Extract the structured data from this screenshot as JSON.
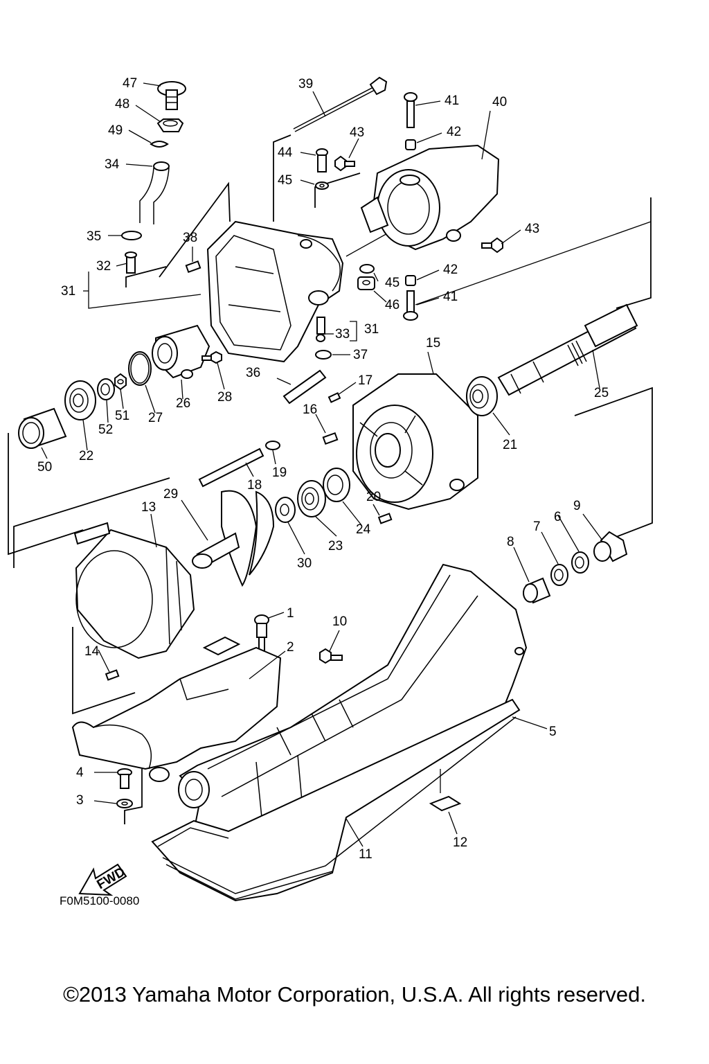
{
  "diagram": {
    "figure_code": "F0M5100-0080",
    "fwd_label": "FWD",
    "copyright": "©2013 Yamaha Motor Corporation, U.S.A. All rights reserved.",
    "callouts": {
      "p1": "1",
      "p2": "2",
      "p3": "3",
      "p4": "4",
      "p5": "5",
      "p6": "6",
      "p7": "7",
      "p8": "8",
      "p9": "9",
      "p10": "10",
      "p11": "11",
      "p12": "12",
      "p13": "13",
      "p14": "14",
      "p15": "15",
      "p16": "16",
      "p17": "17",
      "p18": "18",
      "p19": "19",
      "p20": "20",
      "p21": "21",
      "p22": "22",
      "p23": "23",
      "p24": "24",
      "p25": "25",
      "p26": "26",
      "p27": "27",
      "p28": "28",
      "p29": "29",
      "p30": "30",
      "p31": "31",
      "p31b": "31",
      "p32": "32",
      "p33": "33",
      "p34": "34",
      "p35": "35",
      "p36": "36",
      "p37": "37",
      "p38": "38",
      "p39": "39",
      "p40": "40",
      "p41": "41",
      "p41b": "41",
      "p42": "42",
      "p42b": "42",
      "p43": "43",
      "p43b": "43",
      "p44": "44",
      "p45": "45",
      "p45b": "45",
      "p46": "46",
      "p47": "47",
      "p48": "48",
      "p49": "49",
      "p50": "50",
      "p51": "51",
      "p52": "52"
    }
  }
}
